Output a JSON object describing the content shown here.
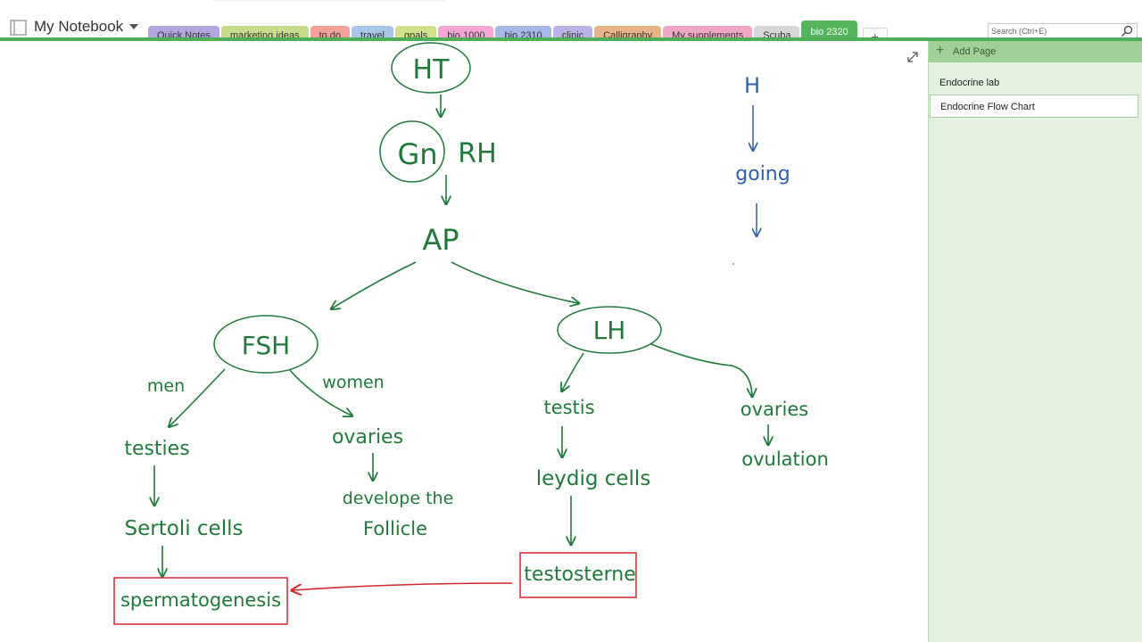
{
  "notebook": {
    "title": "My Notebook"
  },
  "sections": [
    {
      "label": "Quick Notes",
      "color": "#b2a6dc"
    },
    {
      "label": "marketing ideas",
      "color": "#c7dc8a"
    },
    {
      "label": "to do",
      "color": "#f2a29a"
    },
    {
      "label": "travel",
      "color": "#a9c5e8"
    },
    {
      "label": "goals",
      "color": "#cfe18a"
    },
    {
      "label": "bio 1000",
      "color": "#f4a6d4"
    },
    {
      "label": "bio 2310",
      "color": "#a8b8e6"
    },
    {
      "label": "clinic",
      "color": "#b9b2e4"
    },
    {
      "label": "Calligraphy",
      "color": "#e8b388"
    },
    {
      "label": "My supplements",
      "color": "#f0a7c6"
    },
    {
      "label": "Scuba",
      "color": "#d7d7d7"
    },
    {
      "label": "bio 2320",
      "color": "#55b45c",
      "active": true
    }
  ],
  "add_section_label": "+",
  "search": {
    "placeholder": "Search (Ctrl+E)"
  },
  "pages_pane": {
    "add_page_label": "Add Page",
    "pages": [
      {
        "label": "Endocrine lab"
      },
      {
        "label": "Endocrine Flow Chart",
        "selected": true
      }
    ]
  },
  "ink": {
    "green": "#1f7a3a",
    "blue": "#2f5fa8",
    "red": "#d22a2a",
    "nodes": {
      "ht": "HT",
      "gn": "Gn",
      "rh": "RH",
      "ap": "AP",
      "fsh": "FSH",
      "lh": "LH",
      "men": "men",
      "women": "women",
      "testies": "testies",
      "ovaries_left": "ovaries",
      "develope": "develope the",
      "follicle": "Follicle",
      "sertoli": "Sertoli cells",
      "spermatogenesis": "spermatogenesis",
      "testis": "testis",
      "leydig": "leydig cells",
      "testosterone": "testosterne",
      "ovaries_right": "ovaries",
      "ovulation": "ovulation",
      "side_h": "H",
      "side_going": "going"
    }
  }
}
